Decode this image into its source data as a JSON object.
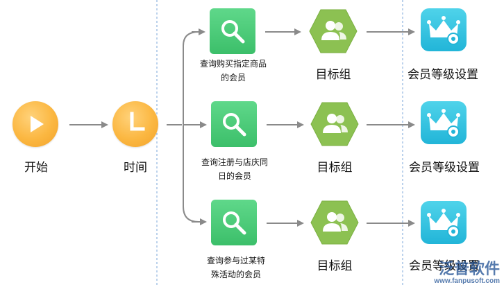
{
  "start": {
    "label": "开始",
    "icon": "play-icon"
  },
  "time": {
    "label": "时间",
    "icon": "clock-icon"
  },
  "branches": [
    {
      "query_line1": "查询购买指定商品",
      "query_line2": "的会员",
      "group": "目标组",
      "level": "会员等级设置"
    },
    {
      "query_line1": "查询注册与店庆同",
      "query_line2": "日的会员",
      "group": "目标组",
      "level": "会员等级设置"
    },
    {
      "query_line1": "查询参与过某特",
      "query_line2": "殊活动的会员",
      "group": "目标组",
      "level": "会员等级设置"
    }
  ],
  "watermark": {
    "title": "泛普软件",
    "url": "www.fanpusoft.com"
  },
  "colors": {
    "orange": "#fbb741",
    "green_query": "#3cbf6a",
    "green_group": "#8cc152",
    "cyan": "#22b5d8",
    "arrow": "#8a8a8a",
    "dashed": "#7aa6d8"
  }
}
